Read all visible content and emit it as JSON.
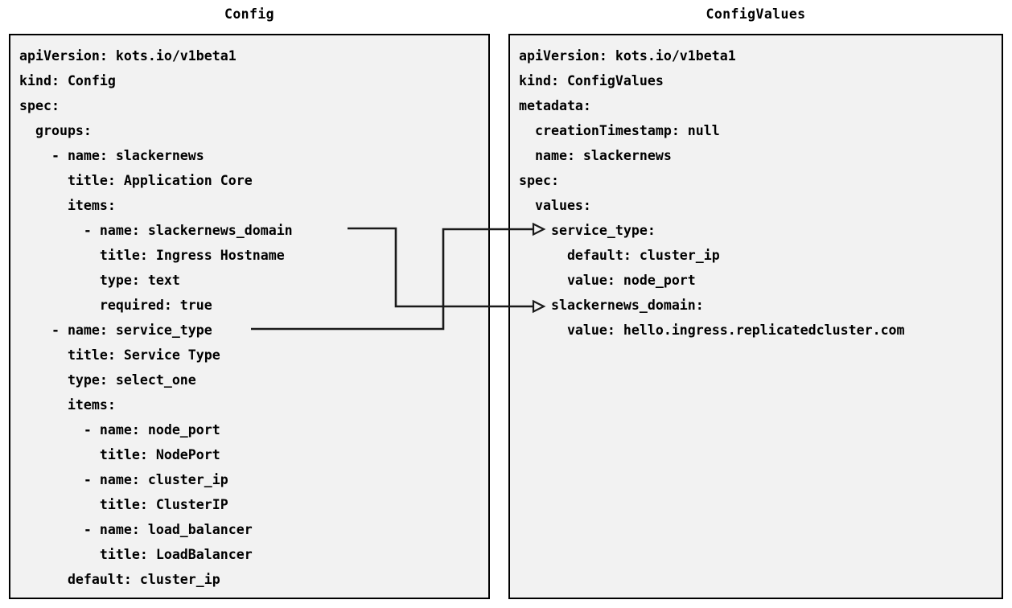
{
  "diagram": {
    "type": "two-panel-yaml-mapping",
    "background_color": "#ffffff",
    "panel_background_color": "#f2f2f2",
    "border_color": "#000000",
    "connector_color": "#1a1a1a"
  },
  "left_panel": {
    "title": "Config",
    "lines": [
      "apiVersion: kots.io/v1beta1",
      "kind: Config",
      "spec:",
      "  groups:",
      "    - name: slackernews",
      "      title: Application Core",
      "      items:",
      "        - name: slackernews_domain",
      "          title: Ingress Hostname",
      "          type: text",
      "          required: true",
      "    - name: service_type",
      "      title: Service Type",
      "      type: select_one",
      "      items:",
      "        - name: node_port",
      "          title: NodePort",
      "        - name: cluster_ip",
      "          title: ClusterIP",
      "        - name: load_balancer",
      "          title: LoadBalancer",
      "      default: cluster_ip"
    ],
    "text": "apiVersion: kots.io/v1beta1\nkind: Config\nspec:\n  groups:\n    - name: slackernews\n      title: Application Core\n      items:\n        - name: slackernews_domain\n          title: Ingress Hostname\n          type: text\n          required: true\n    - name: service_type\n      title: Service Type\n      type: select_one\n      items:\n        - name: node_port\n          title: NodePort\n        - name: cluster_ip\n          title: ClusterIP\n        - name: load_balancer\n          title: LoadBalancer\n      default: cluster_ip"
  },
  "right_panel": {
    "title": "ConfigValues",
    "lines": [
      "apiVersion: kots.io/v1beta1",
      "kind: ConfigValues",
      "metadata:",
      "  creationTimestamp: null",
      "  name: slackernews",
      "spec:",
      "  values:",
      "    service_type:",
      "      default: cluster_ip",
      "      value: node_port",
      "    slackernews_domain:",
      "      value: hello.ingress.replicatedcluster.com"
    ],
    "text": "apiVersion: kots.io/v1beta1\nkind: ConfigValues\nmetadata:\n  creationTimestamp: null\n  name: slackernews\nspec:\n  values:\n    service_type:\n      default: cluster_ip\n      value: node_port\n    slackernews_domain:\n      value: hello.ingress.replicatedcluster.com"
  },
  "connections": [
    {
      "id": "slackernews_domain-link",
      "from_label": "slackernews_domain",
      "to_label": "slackernews_domain:",
      "from_side": "left-panel-item",
      "to_side": "right-panel-key"
    },
    {
      "id": "service_type-link",
      "from_label": "service_type",
      "to_label": "service_type:",
      "from_side": "left-panel-item",
      "to_side": "right-panel-key"
    }
  ]
}
